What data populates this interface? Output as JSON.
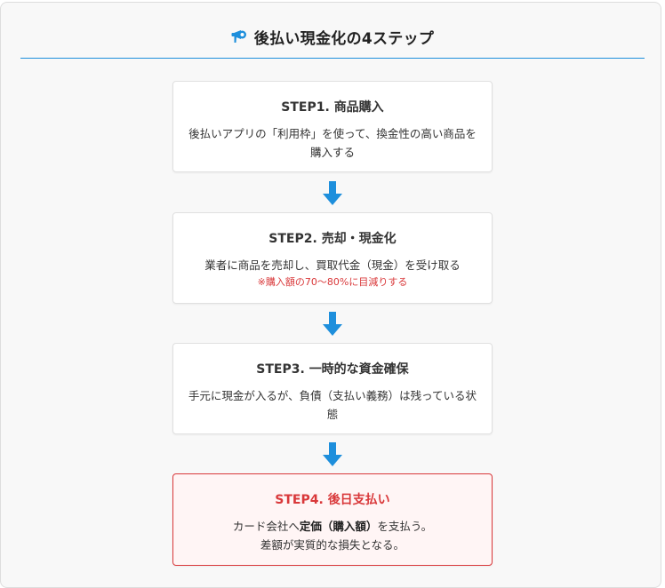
{
  "header": {
    "icon": "megaphone-icon",
    "title": "後払い現金化の4ステップ"
  },
  "colors": {
    "accent": "#1e8fdc",
    "highlight_red": "#d9383a",
    "highlight_bg": "#fff5f5",
    "card_border": "#e0e0e0",
    "background": "#f8f8f8"
  },
  "steps": [
    {
      "title": "STEP1. 商品購入",
      "description": "後払いアプリの「利用枠」を使って、換金性の高い商品を購入する"
    },
    {
      "title": "STEP2. 売却・現金化",
      "description": "業者に商品を売却し、買取代金（現金）を受け取る",
      "note": "※購入額の70〜80%に目減りする"
    },
    {
      "title": "STEP3. 一時的な資金確保",
      "description": "手元に現金が入るが、負債（支払い義務）は残っている状態"
    },
    {
      "title": "STEP4. 後日支払い",
      "description_pre": "カード会社へ",
      "description_bold": "定価（購入額）",
      "description_post": "を支払う。",
      "description_line2": "差額が実質的な損失となる。",
      "highlighted": true
    }
  ],
  "arrows": [
    "arrow-down-icon",
    "arrow-down-icon",
    "arrow-down-icon"
  ]
}
